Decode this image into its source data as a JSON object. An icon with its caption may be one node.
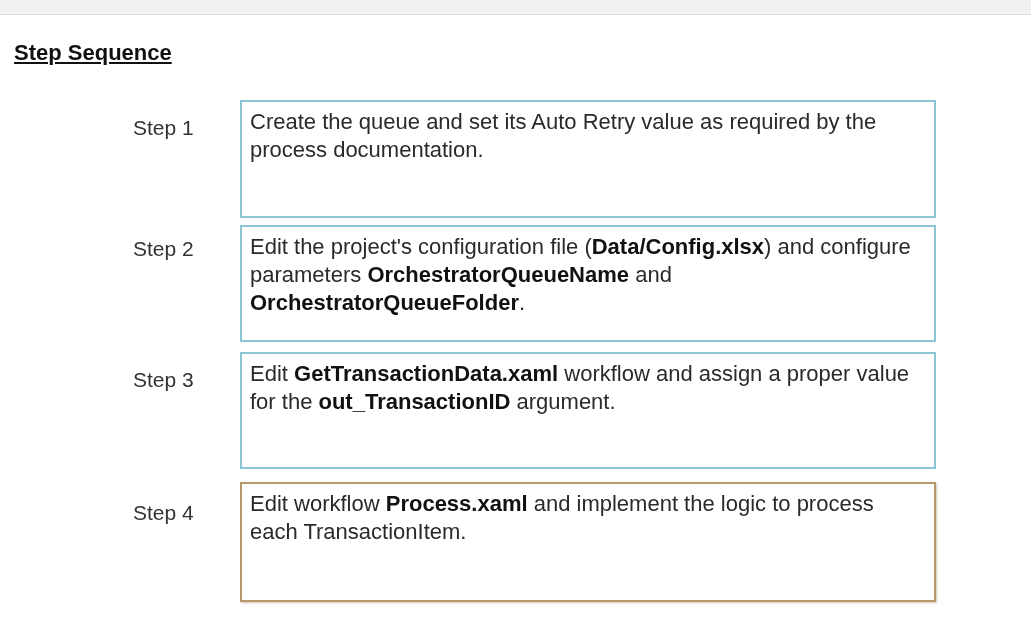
{
  "diagram": {
    "title": "Step Sequence",
    "nodes": [
      {
        "text": [
          "Create the queue and set its Auto Retry value as required by the process documentation."
        ],
        "beside": [
          "Step 1"
        ]
      },
      {
        "text": [
          "Edit the project's configuration file (**Data/Config.xlsx**) and configure parameters **OrchestratorQueueName** and **OrchestratorQueueFolder**."
        ],
        "beside": [
          "Step 2"
        ]
      },
      {
        "text": [
          "Edit **GetTransactionData.xaml** workflow and assign a proper value for the **out_TransactionID** argument."
        ],
        "beside": [
          "Step 3"
        ]
      },
      {
        "text": [
          "Edit workflow **Process.xaml** and implement the logic to process each TransactionItem."
        ],
        "beside": [
          "Step 4"
        ]
      }
    ]
  }
}
